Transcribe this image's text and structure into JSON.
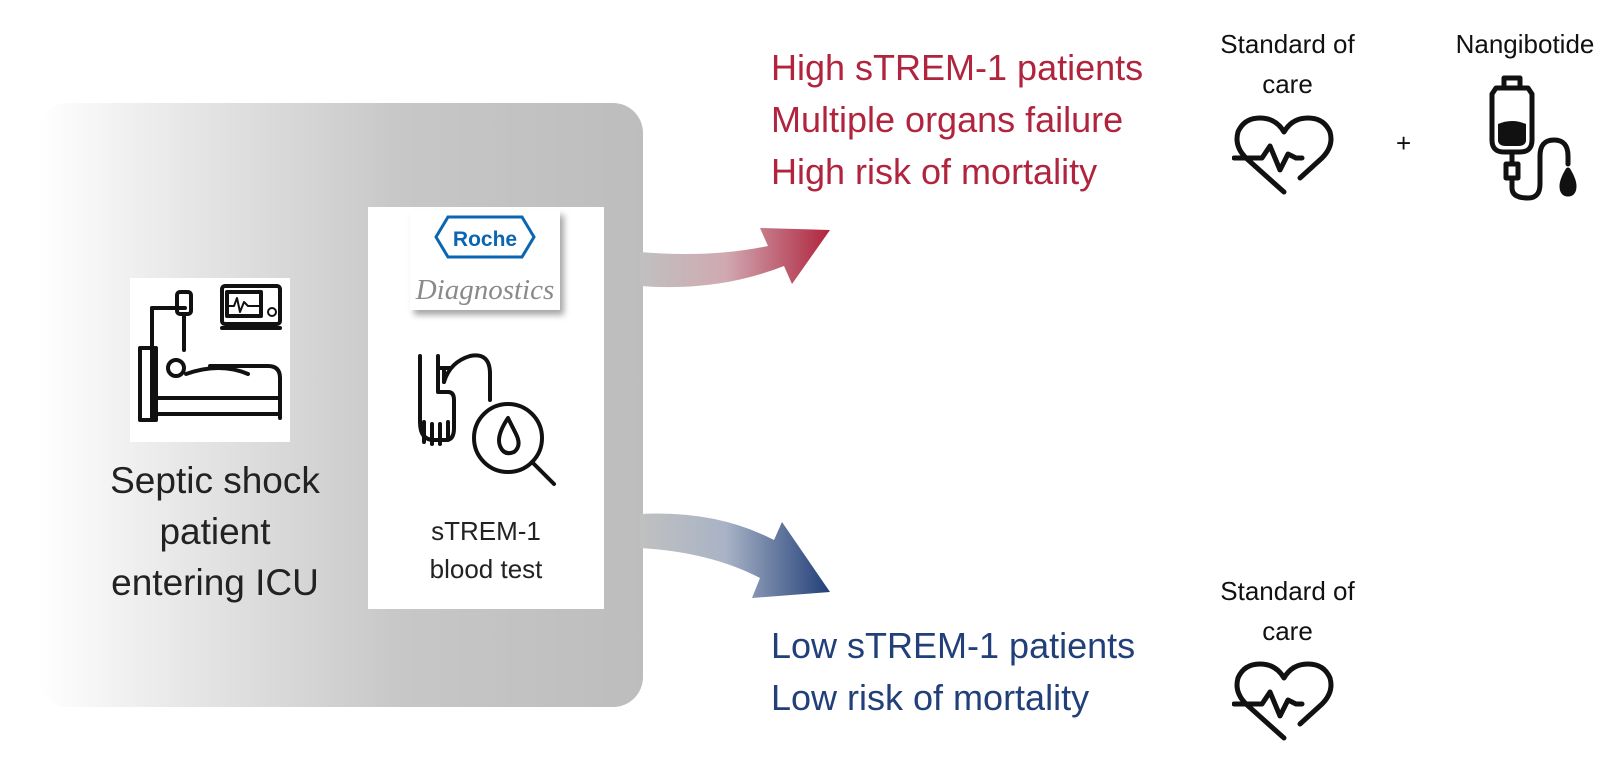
{
  "patient": {
    "label": "Septic shock patient entering ICU",
    "lines": [
      "Septic shock",
      "patient",
      "entering ICU"
    ]
  },
  "test": {
    "logo_brand": "Roche",
    "logo_sub": "Diagnostics",
    "lines": [
      "sTREM-1",
      "blood test"
    ]
  },
  "high": {
    "title": "High sTREM-1 patients",
    "line2": "Multiple organs failure",
    "line3": "High risk of mortality",
    "color": "#b0243e"
  },
  "low": {
    "title": "Low sTREM-1 patients",
    "line2": "Low risk of mortality",
    "color": "#213f78"
  },
  "treatments": {
    "soc_lines": [
      "Standard of",
      "care"
    ],
    "nangibotide": "Nangibotide",
    "plus": "+"
  },
  "icons": [
    "icu-bed-icon",
    "blood-test-icon",
    "heart-rate-icon",
    "iv-drip-icon"
  ]
}
